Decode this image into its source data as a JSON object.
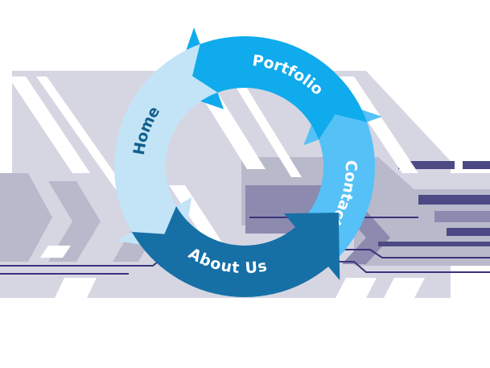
{
  "palette": {
    "band_light": "#d6d6e3",
    "band_mid": "#b9b9cc",
    "band_dark": "#8c8aae",
    "band_deep": "#4d4985",
    "line": "#3a347a"
  },
  "cycle": {
    "segments": [
      {
        "id": "home",
        "label": "Home",
        "fill": "#c3e4f7",
        "text_color": "#135f8c",
        "icon": "arrow-ccw-icon"
      },
      {
        "id": "about",
        "label": "About Us",
        "fill": "#1670a6",
        "text_color": "#ffffff",
        "icon": "arrow-cw-icon"
      },
      {
        "id": "contact",
        "label": "Contact",
        "fill": "#55c1f7",
        "text_color": "#ffffff",
        "icon": "arrow-up-icon"
      },
      {
        "id": "portfolio",
        "label": "Portfolio",
        "fill": "#0fabec",
        "text_color": "#ffffff",
        "icon": "arrow-left-icon"
      }
    ]
  }
}
